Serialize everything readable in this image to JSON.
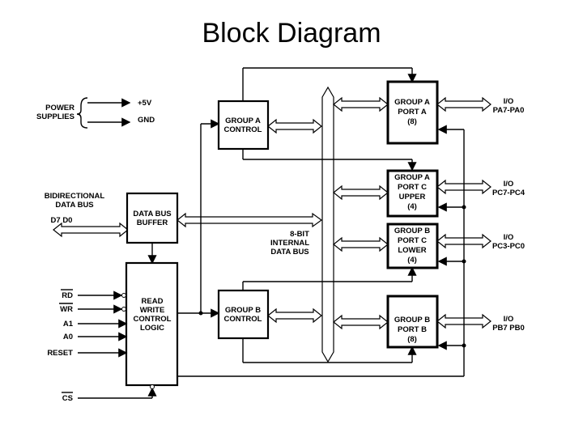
{
  "title": "Block Diagram",
  "power": {
    "label_line1": "POWER",
    "label_line2": "SUPPLIES",
    "v5": "+5V",
    "gnd": "GND"
  },
  "databus_label": {
    "line1": "BIDIRECTIONAL",
    "line2": "DATA BUS",
    "pins": "D7 D0"
  },
  "blocks": {
    "data_bus_buffer": [
      "DATA BUS",
      "BUFFER"
    ],
    "rw_control": [
      "READ",
      "WRITE",
      "CONTROL",
      "LOGIC"
    ],
    "group_a_control": [
      "GROUP A",
      "CONTROL"
    ],
    "group_b_control": [
      "GROUP B",
      "CONTROL"
    ],
    "group_a_port_a": [
      "GROUP A",
      "PORT A",
      "(8)"
    ],
    "group_a_port_c": [
      "GROUP A",
      "PORT C",
      "UPPER",
      "(4)"
    ],
    "group_b_port_c": [
      "GROUP B",
      "PORT C",
      "LOWER",
      "(4)"
    ],
    "group_b_port_b": [
      "GROUP B",
      "PORT B",
      "(8)"
    ]
  },
  "internal_bus": [
    "8-BIT",
    "INTERNAL",
    "DATA BUS"
  ],
  "control_inputs": [
    "RD",
    "WR",
    "A1",
    "A0",
    "RESET",
    "CS"
  ],
  "io": [
    {
      "line1": "I/O",
      "line2": "PA7-PA0"
    },
    {
      "line1": "I/O",
      "line2": "PC7-PC4"
    },
    {
      "line1": "I/O",
      "line2": "PC3-PC0"
    },
    {
      "line1": "I/O",
      "line2": "PB7 PB0"
    }
  ]
}
